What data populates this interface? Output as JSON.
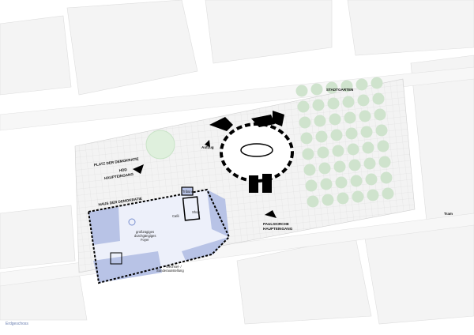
{
  "title": "Erdgeschoss",
  "labels": {
    "platz": "PLATZ DER DEMOKRATIE",
    "hdd_entrance_1": "HDD",
    "hdd_entrance_2": "HAUPTEINGANG",
    "haus": "HAUS DER DEMOKRATIE",
    "cafe": "Café",
    "shop": "Shop",
    "tribune": "Tribüne",
    "foyer_1": "großzügiges",
    "foyer_2": "durchgängiges",
    "foyer_3": "Foyer",
    "exhibit_1": "Wechsel- /",
    "exhibit_2": "Sonderausstellung",
    "aufzug": "Aufzug",
    "stadtgarten": "STADTGARTEN",
    "paulskirche_1": "PAULSKIRCHE",
    "paulskirche_2": "HAUPTEINGANG",
    "tram": "Tram"
  },
  "colors": {
    "building_fill": "#b8c3e6",
    "trees": "#cfe3cd",
    "walls": "#000000",
    "context": "#e6e6e6"
  }
}
